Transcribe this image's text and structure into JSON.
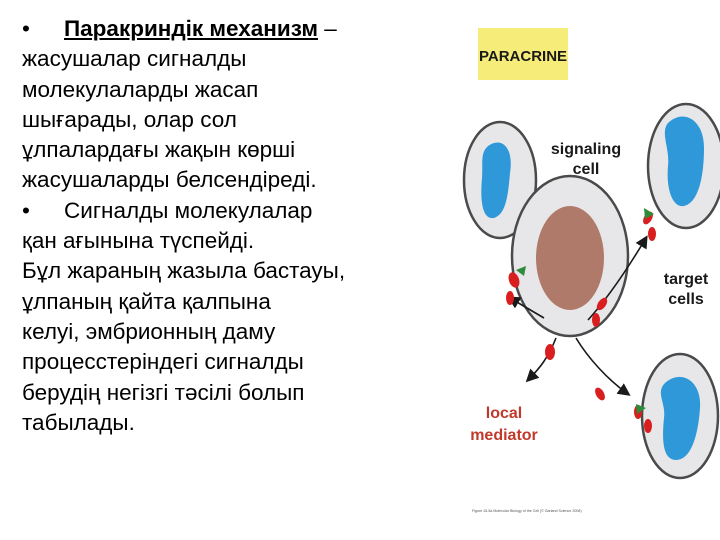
{
  "text": {
    "line1_bullet": "•",
    "line1_term": "Паракриндік механизм",
    "line1_rest": " –",
    "lines_a": [
      "жасушалар сигналды",
      "молекулаларды жасап",
      "шығарады, олар сол",
      "ұлпалардағы жақын көрші",
      "жасушаларды белсендіреді."
    ],
    "line7_bullet": "•",
    "line7_text": "Сигналды молекулалар",
    "lines_b": [
      "қан ағынына түспейді.",
      "Бұл жараның жазыла бастауы,",
      "ұлпаның қайта қалпына",
      "келуі, эмбрионның даму",
      "процесстеріндегі сигналды",
      "берудің негізгі тәсілі болып",
      "табылады."
    ]
  },
  "figure": {
    "title": "PARACRINE",
    "signaling_cell_label": [
      "signaling",
      "cell"
    ],
    "target_cells_label": [
      "target",
      "cells"
    ],
    "local_mediator_label": [
      "local",
      "mediator"
    ],
    "caption": "Figure 15-5a Molecular Biology of the Cell (© Garland Science 2008)",
    "colors": {
      "title_bg": "#f6ec7a",
      "label": "#1a1a1a",
      "mediator_label": "#c0392b",
      "cell_fill": "#e7e7e9",
      "nucleus_blue": "#2f98d8",
      "nucleus_brown": "#b07a6a",
      "mediator_red": "#d81e1e",
      "receptor_green": "#2e8b3a"
    }
  }
}
